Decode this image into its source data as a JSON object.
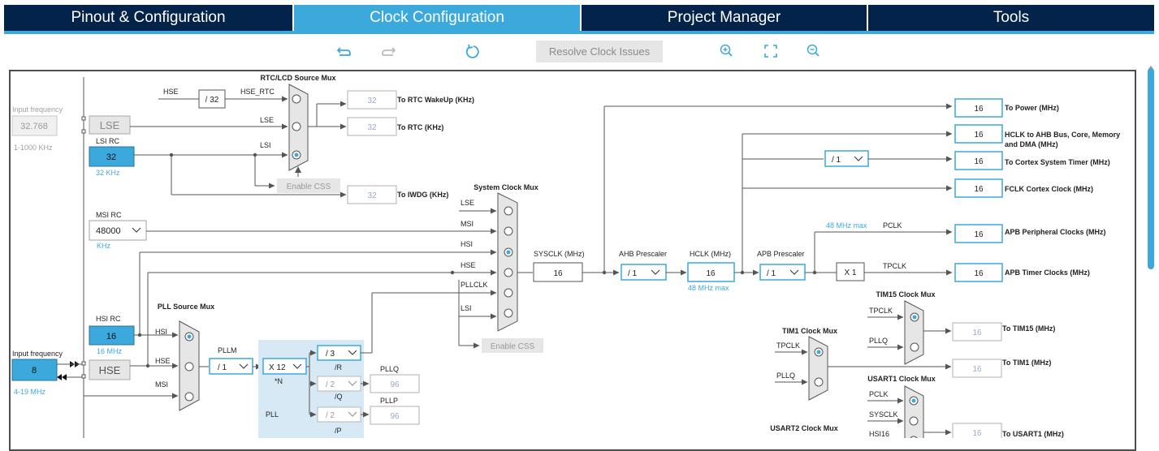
{
  "tabs": [
    {
      "label": "Pinout & Configuration",
      "active": false
    },
    {
      "label": "Clock Configuration",
      "active": true
    },
    {
      "label": "Project Manager",
      "active": false
    },
    {
      "label": "Tools",
      "active": false
    }
  ],
  "toolbar": {
    "resolve_label": "Resolve Clock Issues"
  },
  "colors": {
    "brand_dark": "#03234b",
    "accent": "#3ca9dd"
  },
  "lse": {
    "input_caption": "Input frequency",
    "value": "32.768",
    "range": "1-1000 KHz",
    "label": "LSE"
  },
  "lsi": {
    "title": "LSI RC",
    "value": "32",
    "unit": "32 KHz"
  },
  "msi": {
    "title": "MSI RC",
    "value": "48000",
    "unit": "KHz"
  },
  "hsi": {
    "title": "HSI RC",
    "value": "16",
    "unit": "16 MHz"
  },
  "hse": {
    "input_caption": "Input frequency",
    "value": "8",
    "range": "4-19 MHz",
    "label": "HSE"
  },
  "rtc": {
    "mux_title": "RTC/LCD Source Mux",
    "hse_label": "HSE",
    "div": "/ 32",
    "hse_rtc": "HSE_RTC",
    "lse_label": "LSE",
    "lsi_label": "LSI",
    "enable_css": "Enable CSS",
    "wakeup_value": "32",
    "wakeup_label": "To RTC WakeUp (KHz)",
    "rtc_value": "32",
    "rtc_label": "To RTC (KHz)",
    "iwdg_value": "32",
    "iwdg_label": "To IWDG (KHz)"
  },
  "sysmux": {
    "title": "System Clock Mux",
    "inputs": [
      "LSE",
      "MSI",
      "HSI",
      "HSE",
      "PLLCLK",
      "LSI"
    ],
    "enable_css": "Enable CSS"
  },
  "pll": {
    "mux_title": "PLL Source Mux",
    "inputs": [
      "HSI",
      "HSE",
      "MSI"
    ],
    "pllm_label": "PLLM",
    "pllm_value": "/ 1",
    "n_value": "X 12",
    "n_label": "*N",
    "r_value": "/ 3",
    "r_label": "/R",
    "q_value": "/ 2",
    "q_label": "/Q",
    "p_value": "/ 2",
    "p_label": "/P",
    "pllq_label": "PLLQ",
    "pllq_value": "96",
    "pllp_label": "PLLP",
    "pllp_value": "96",
    "block_label": "PLL"
  },
  "sysclk": {
    "label": "SYSCLK (MHz)",
    "value": "16"
  },
  "ahb": {
    "label": "AHB Prescaler",
    "value": "/ 1"
  },
  "hclk": {
    "label": "HCLK (MHz)",
    "value": "16",
    "max": "48 MHz max"
  },
  "apb": {
    "label": "APB Prescaler",
    "value": "/ 1",
    "max": "48 MHz max",
    "pclk": "PCLK",
    "tpclk": "TPCLK",
    "x1": "X 1"
  },
  "cortex_div": "/ 1",
  "outputs": [
    {
      "value": "16",
      "label": "To Power (MHz)"
    },
    {
      "value": "16",
      "label": "HCLK to AHB Bus, Core, Memory",
      "label2": "and DMA (MHz)"
    },
    {
      "value": "16",
      "label": "To Cortex System Timer (MHz)"
    },
    {
      "value": "16",
      "label": "FCLK Cortex Clock (MHz)"
    },
    {
      "value": "16",
      "label": "APB Peripheral Clocks (MHz)"
    },
    {
      "value": "16",
      "label": "APB Timer Clocks (MHz)"
    }
  ],
  "tim15": {
    "title": "TIM15 Clock Mux",
    "inputs": [
      "TPCLK",
      "PLLQ"
    ],
    "value": "16",
    "label": "To TIM15 (MHz)"
  },
  "tim1": {
    "title": "TIM1 Clock Mux",
    "inputs": [
      "TPCLK",
      "PLLQ"
    ],
    "value": "16",
    "label": "To TIM1 (MHz)"
  },
  "usart1": {
    "title": "USART1 Clock Mux",
    "inputs": [
      "PCLK",
      "SYSCLK",
      "HSI16"
    ],
    "value": "16",
    "label": "To USART1 (MHz)"
  },
  "usart2": {
    "title": "USART2 Clock Mux"
  }
}
